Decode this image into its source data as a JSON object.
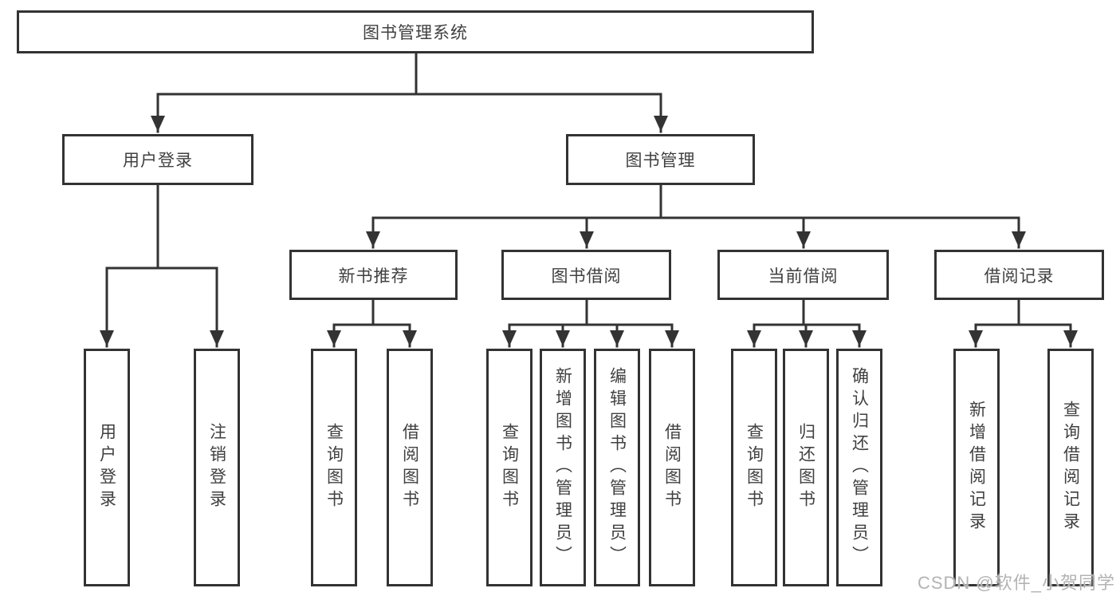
{
  "tree": {
    "root": {
      "label": "图书管理系统",
      "children": [
        {
          "label": "用户登录",
          "children": [
            {
              "label": "用户登录"
            },
            {
              "label": "注销登录"
            }
          ]
        },
        {
          "label": "图书管理",
          "children": [
            {
              "label": "新书推荐",
              "children": [
                {
                  "label": "查询图书"
                },
                {
                  "label": "借阅图书"
                }
              ]
            },
            {
              "label": "图书借阅",
              "children": [
                {
                  "label": "查询图书"
                },
                {
                  "label": "新增图书（管理员）"
                },
                {
                  "label": "编辑图书（管理员）"
                },
                {
                  "label": "借阅图书"
                }
              ]
            },
            {
              "label": "当前借阅",
              "children": [
                {
                  "label": "查询图书"
                },
                {
                  "label": "归还图书"
                },
                {
                  "label": "确认归还（管理员）"
                }
              ]
            },
            {
              "label": "借阅记录",
              "children": [
                {
                  "label": "新增借阅记录"
                },
                {
                  "label": "查询借阅记录"
                }
              ]
            }
          ]
        }
      ]
    }
  },
  "watermark": {
    "text": "CSDN @软件_小贺同学"
  },
  "colors": {
    "line": "#333333",
    "box_border": "#333333",
    "box_fill": "#ffffff",
    "text": "#404040",
    "watermark": "#b3b3b3",
    "background": "#ffffff"
  }
}
